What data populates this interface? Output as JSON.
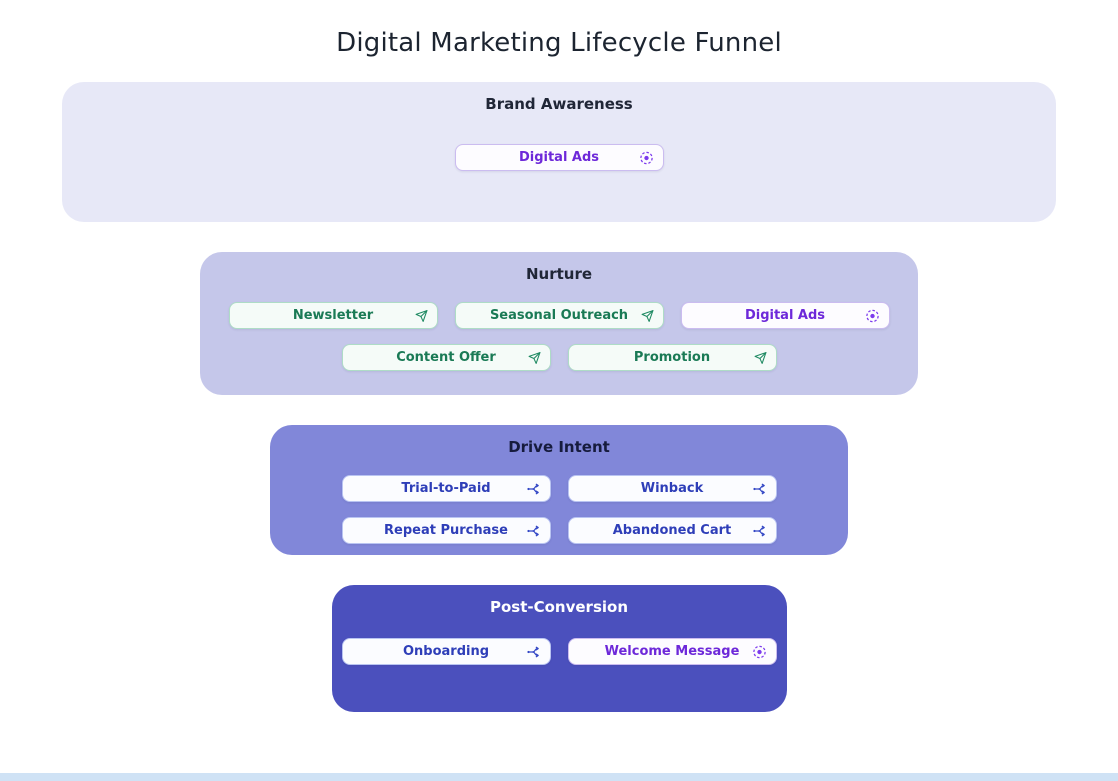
{
  "page": {
    "title": "Digital Marketing Lifecycle Funnel"
  },
  "colors": {
    "tier1_bg": "#e7e8f7",
    "tier2_bg": "#c5c7ea",
    "tier3_bg": "#8187d9",
    "tier4_bg": "#4b50bd",
    "header_dark": "#202637",
    "header_light": "#ffffff",
    "ads_text": "#6d28d9",
    "email_text": "#1a7a55",
    "flow_text": "#2e3eb8",
    "email_pill_bg": "#f5fbf8",
    "pill_bg": "#fcfdff"
  },
  "tiers": [
    {
      "name": "Brand Awareness",
      "rows": [
        [
          {
            "label": "Digital Ads",
            "type": "ads",
            "icon": "ads-target-icon"
          }
        ]
      ]
    },
    {
      "name": "Nurture",
      "rows": [
        [
          {
            "label": "Newsletter",
            "type": "email",
            "icon": "send-icon"
          },
          {
            "label": "Seasonal Outreach",
            "type": "email",
            "icon": "send-icon"
          },
          {
            "label": "Digital Ads",
            "type": "ads",
            "icon": "ads-target-icon"
          }
        ],
        [
          {
            "label": "Content Offer",
            "type": "email",
            "icon": "send-icon"
          },
          {
            "label": "Promotion",
            "type": "email",
            "icon": "send-icon"
          }
        ]
      ]
    },
    {
      "name": "Drive Intent",
      "rows": [
        [
          {
            "label": "Trial-to-Paid",
            "type": "flow",
            "icon": "workflow-icon"
          },
          {
            "label": "Winback",
            "type": "flow",
            "icon": "workflow-icon"
          }
        ],
        [
          {
            "label": "Repeat Purchase",
            "type": "flow",
            "icon": "workflow-icon"
          },
          {
            "label": "Abandoned Cart",
            "type": "flow",
            "icon": "workflow-icon"
          }
        ]
      ]
    },
    {
      "name": "Post-Conversion",
      "rows": [
        [
          {
            "label": "Onboarding",
            "type": "flow",
            "icon": "workflow-icon"
          },
          {
            "label": "Welcome Message",
            "type": "ads",
            "icon": "ads-target-icon"
          }
        ]
      ]
    }
  ]
}
